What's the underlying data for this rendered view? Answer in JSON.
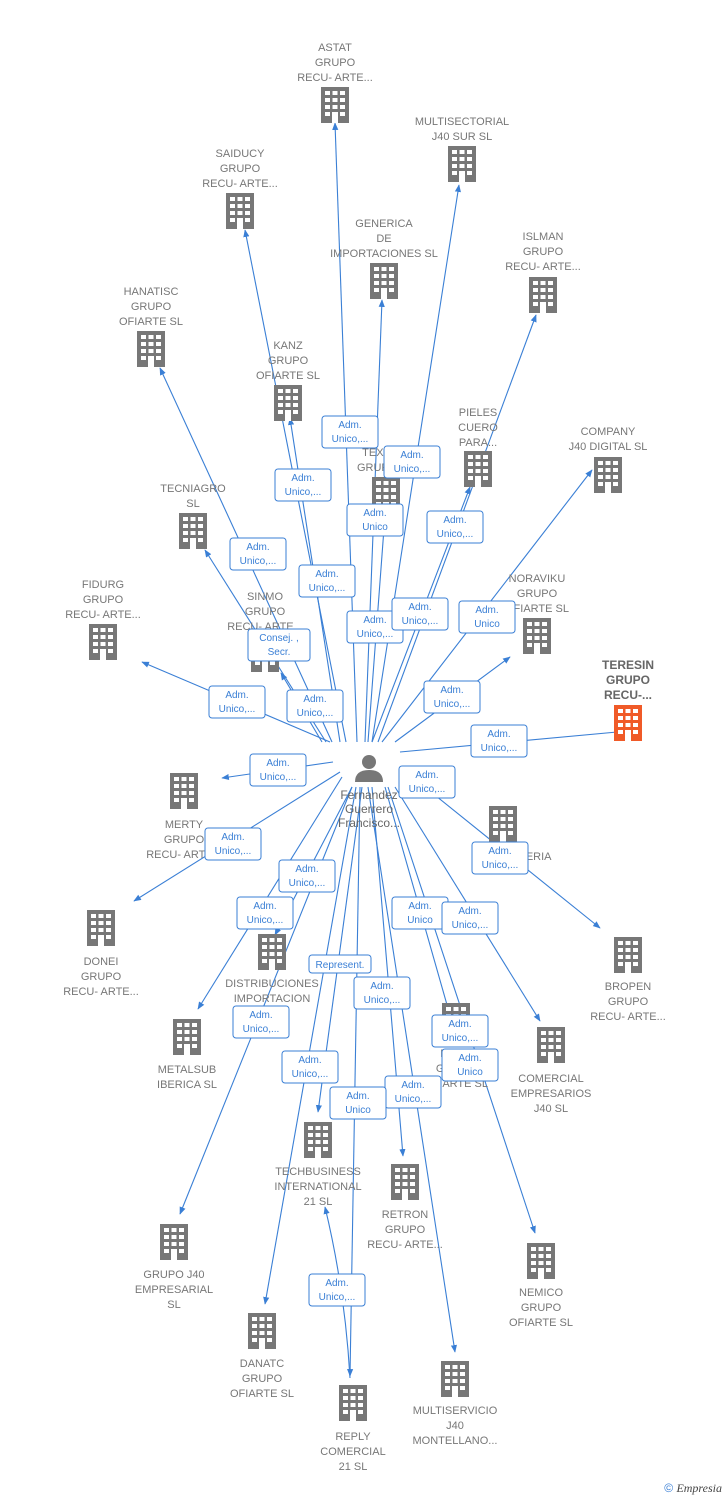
{
  "person": {
    "name_lines": [
      "Fernandez",
      "Guerrero",
      "Francisco..."
    ],
    "icon": "person-icon"
  },
  "companies": [
    {
      "id": "astat",
      "lines": [
        "ASTAT",
        "GRUPO",
        "RECU- ARTE..."
      ],
      "color": "#777777"
    },
    {
      "id": "multisectorial",
      "lines": [
        "MULTISECTORIAL",
        "J40 SUR  SL"
      ],
      "color": "#777777"
    },
    {
      "id": "saiducy",
      "lines": [
        "SAIDUCY",
        "GRUPO",
        "RECU- ARTE..."
      ],
      "color": "#777777"
    },
    {
      "id": "generica",
      "lines": [
        "GENERICA",
        "DE",
        "IMPORTACIONES SL"
      ],
      "color": "#777777"
    },
    {
      "id": "islman",
      "lines": [
        "ISLMAN",
        "GRUPO",
        "RECU- ARTE..."
      ],
      "color": "#777777"
    },
    {
      "id": "hanatisc",
      "lines": [
        "HANATISC",
        "GRUPO",
        "OFIARTE  SL"
      ],
      "color": "#777777"
    },
    {
      "id": "kanz",
      "lines": [
        "KANZ",
        "GRUPO",
        "OFIARTE  SL"
      ],
      "color": "#777777"
    },
    {
      "id": "pieles",
      "lines": [
        "PIELES",
        "CUERO",
        "PARA..."
      ],
      "color": "#777777"
    },
    {
      "id": "company",
      "lines": [
        "COMPANY",
        "J40 DIGITAL  SL"
      ],
      "color": "#777777"
    },
    {
      "id": "textilie",
      "lines": [
        "TEXTILIE",
        "GRUPO J..."
      ],
      "color": "#777777"
    },
    {
      "id": "tecniagro",
      "lines": [
        "TECNIAGRO",
        "SL"
      ],
      "color": "#777777"
    },
    {
      "id": "noraviku",
      "lines": [
        "NORAVIKU",
        "GRUPO",
        "OFIARTE  SL"
      ],
      "color": "#777777"
    },
    {
      "id": "fidurg",
      "lines": [
        "FIDURG",
        "GRUPO",
        "RECU- ARTE..."
      ],
      "color": "#777777"
    },
    {
      "id": "sinmo",
      "lines": [
        "SINMO",
        "GRUPO",
        "RECU- ARTE..."
      ],
      "color": "#777777"
    },
    {
      "id": "teresin",
      "lines": [
        "TERESIN",
        "GRUPO",
        "RECU-..."
      ],
      "color": "#f05a28"
    },
    {
      "id": "merty",
      "lines": [
        "MERTY",
        "GRUPO",
        "RECU- ARTE..."
      ],
      "color": "#777777"
    },
    {
      "id": "marketeria",
      "lines": [
        "MARKETERIA"
      ],
      "color": "#777777"
    },
    {
      "id": "donei",
      "lines": [
        "DONEI",
        "GRUPO",
        "RECU- ARTE..."
      ],
      "color": "#777777"
    },
    {
      "id": "distribuciones",
      "lines": [
        "DISTRIBUCIONES",
        "IMPORTACION",
        "..."
      ],
      "color": "#777777"
    },
    {
      "id": "bropen",
      "lines": [
        "BROPEN",
        "GRUPO",
        "RECU- ARTE..."
      ],
      "color": "#777777"
    },
    {
      "id": "metalsub",
      "lines": [
        "METALSUB",
        "IBERICA SL"
      ],
      "color": "#777777"
    },
    {
      "id": "marv",
      "lines": [
        "MARV",
        "GRUPO",
        "OFIARTE  SL"
      ],
      "color": "#777777"
    },
    {
      "id": "comercial",
      "lines": [
        "COMERCIAL",
        "EMPRESARIOS",
        "J40  SL"
      ],
      "color": "#777777"
    },
    {
      "id": "techbusiness",
      "lines": [
        "TECHBUSINESS",
        "INTERNATIONAL",
        "21 SL"
      ],
      "color": "#777777"
    },
    {
      "id": "retron",
      "lines": [
        "RETRON",
        "GRUPO",
        "RECU- ARTE..."
      ],
      "color": "#777777"
    },
    {
      "id": "grupoj40",
      "lines": [
        "GRUPO J40",
        "EMPRESARIAL",
        "SL"
      ],
      "color": "#777777"
    },
    {
      "id": "nemico",
      "lines": [
        "NEMICO",
        "GRUPO",
        "OFIARTE  SL"
      ],
      "color": "#777777"
    },
    {
      "id": "danatc",
      "lines": [
        "DANATC",
        "GRUPO",
        "OFIARTE  SL"
      ],
      "color": "#777777"
    },
    {
      "id": "multiservicio",
      "lines": [
        "MULTISERVICIO",
        "J40",
        "MONTELLANO..."
      ],
      "color": "#777777"
    },
    {
      "id": "reply",
      "lines": [
        "REPLY",
        "COMERCIAL",
        "21 SL"
      ],
      "color": "#777777"
    }
  ],
  "tags": [
    {
      "lines": [
        "Adm.",
        "Unico,..."
      ]
    },
    {
      "lines": [
        "Adm.",
        "Unico,..."
      ]
    },
    {
      "lines": [
        "Adm.",
        "Unico,..."
      ]
    },
    {
      "lines": [
        "Adm.",
        "Unico"
      ]
    },
    {
      "lines": [
        "Adm.",
        "Unico,..."
      ]
    },
    {
      "lines": [
        "Adm.",
        "Unico,..."
      ]
    },
    {
      "lines": [
        "Adm.",
        "Unico,..."
      ]
    },
    {
      "lines": [
        "Adm.",
        "Unico,..."
      ]
    },
    {
      "lines": [
        "Adm.",
        "Unico,..."
      ]
    },
    {
      "lines": [
        "Adm.",
        "Unico"
      ]
    },
    {
      "lines": [
        "Consej. ,",
        "Secr."
      ]
    },
    {
      "lines": [
        "Adm.",
        "Unico,..."
      ]
    },
    {
      "lines": [
        "Adm.",
        "Unico,..."
      ]
    },
    {
      "lines": [
        "Adm.",
        "Unico,..."
      ]
    },
    {
      "lines": [
        "Adm.",
        "Unico,..."
      ]
    },
    {
      "lines": [
        "Adm.",
        "Unico,..."
      ]
    },
    {
      "lines": [
        "Adm.",
        "Unico,..."
      ]
    },
    {
      "lines": [
        "Adm.",
        "Unico,..."
      ]
    },
    {
      "lines": [
        "Adm.",
        "Unico,..."
      ]
    },
    {
      "lines": [
        "Adm.",
        "Unico,..."
      ]
    },
    {
      "lines": [
        "Adm.",
        "Unico,..."
      ]
    },
    {
      "lines": [
        "Adm.",
        "Unico"
      ]
    },
    {
      "lines": [
        "Adm.",
        "Unico,..."
      ]
    },
    {
      "lines": [
        "Adm.",
        "Unico,..."
      ]
    },
    {
      "lines": [
        "Represent."
      ]
    },
    {
      "lines": [
        "Adm.",
        "Unico,..."
      ]
    },
    {
      "lines": [
        "Adm.",
        "Unico,..."
      ]
    },
    {
      "lines": [
        "Adm.",
        "Unico,..."
      ]
    },
    {
      "lines": [
        "Adm.",
        "Unico,..."
      ]
    },
    {
      "lines": [
        "Adm.",
        "Unico"
      ]
    },
    {
      "lines": [
        "Adm.",
        "Unico,..."
      ]
    },
    {
      "lines": [
        "Adm.",
        "Unico"
      ]
    }
  ],
  "footer": {
    "copyright": "©",
    "brand": "Empresia"
  }
}
